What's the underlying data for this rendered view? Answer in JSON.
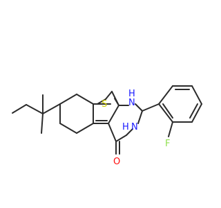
{
  "molecule": {
    "atoms": [
      {
        "id": "S",
        "label": "S",
        "color": "#c8c800"
      },
      {
        "id": "NH1",
        "label": "N",
        "sub": "H",
        "color": "#1a1aff"
      },
      {
        "id": "NH3",
        "label": "N",
        "sub": "H",
        "color": "#1a1aff"
      },
      {
        "id": "O",
        "label": "O",
        "color": "#ff0d0d"
      },
      {
        "id": "F",
        "label": "F",
        "color": "#90e050"
      }
    ]
  }
}
